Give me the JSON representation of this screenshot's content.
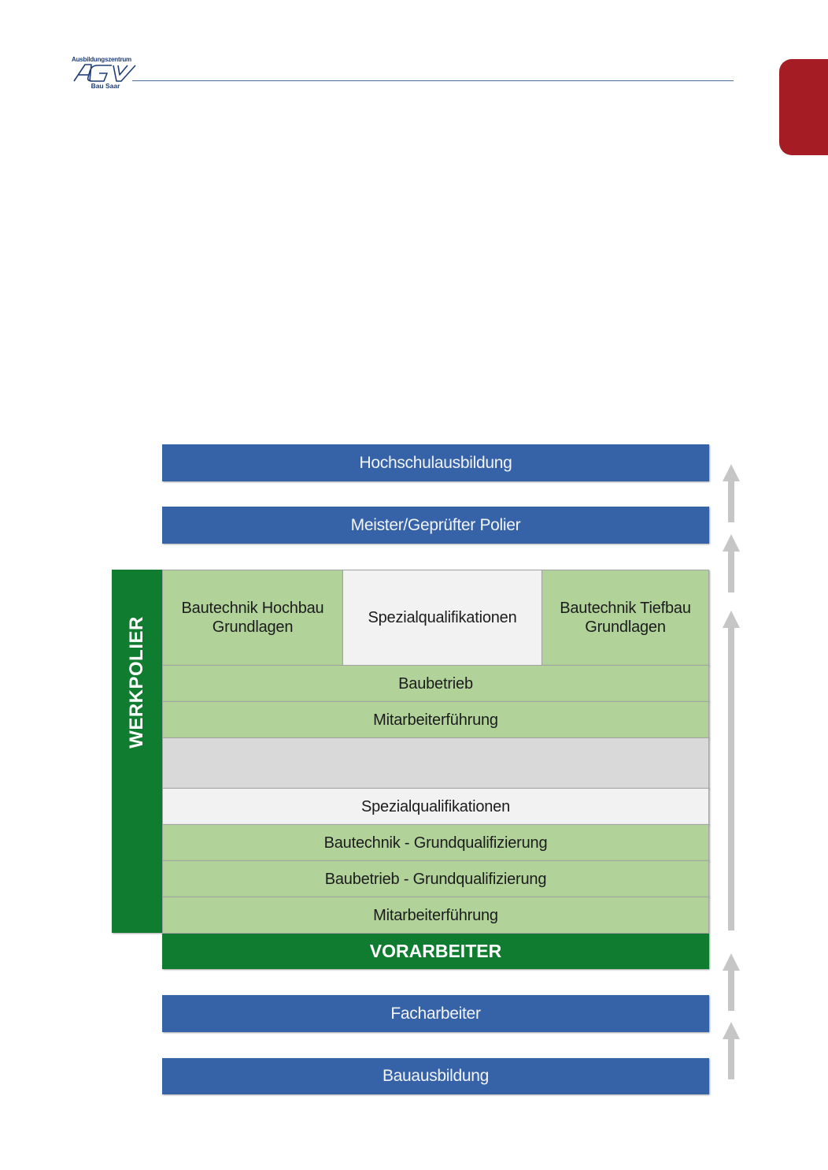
{
  "header": {
    "logo_top": "Ausbildungszentrum",
    "logo_mark": "AGV",
    "logo_bottom": "Bau Saar"
  },
  "colors": {
    "blue": "#3662a8",
    "dark_green": "#107c30",
    "light_green": "#b1d39a",
    "light_gray": "#f2f2f2",
    "gray": "#d9d9d9",
    "arrow": "#c6c6c6",
    "tab_red": "#a51c24",
    "rule": "#4f6e9e"
  },
  "diagram": {
    "levels": {
      "hochschul": "Hochschulausbildung",
      "meister": "Meister/Geprüfter Polier",
      "vorarbeiter": "VORARBEITER",
      "facharbeiter": "Facharbeiter",
      "bauausbildung": "Bauausbildung"
    },
    "werkpolier": {
      "label": "WERKPOLIER",
      "top_row": {
        "left": "Bautechnik Hochbau Grundlagen",
        "left_line1": "Bautechnik Hochbau",
        "left_line2": "Grundlagen",
        "middle": "Spezialqualifikationen",
        "right_line1": "Bautechnik Tiefbau",
        "right_line2": "Grundlagen"
      },
      "rows": [
        "Baubetrieb",
        "Mitarbeiterführung",
        "",
        "Spezialqualifikationen",
        "Bautechnik - Grundqualifizierung",
        "Baubetrieb - Grundqualifizierung",
        "Mitarbeiterführung"
      ]
    },
    "arrows": [
      {
        "from": "meister",
        "to": "hochschul"
      },
      {
        "from": "werkpolier",
        "to": "meister"
      },
      {
        "from": "vorarbeiter",
        "to": "werkpolier"
      },
      {
        "from": "facharbeiter",
        "to": "vorarbeiter"
      },
      {
        "from": "bauausbildung",
        "to": "facharbeiter"
      }
    ]
  }
}
